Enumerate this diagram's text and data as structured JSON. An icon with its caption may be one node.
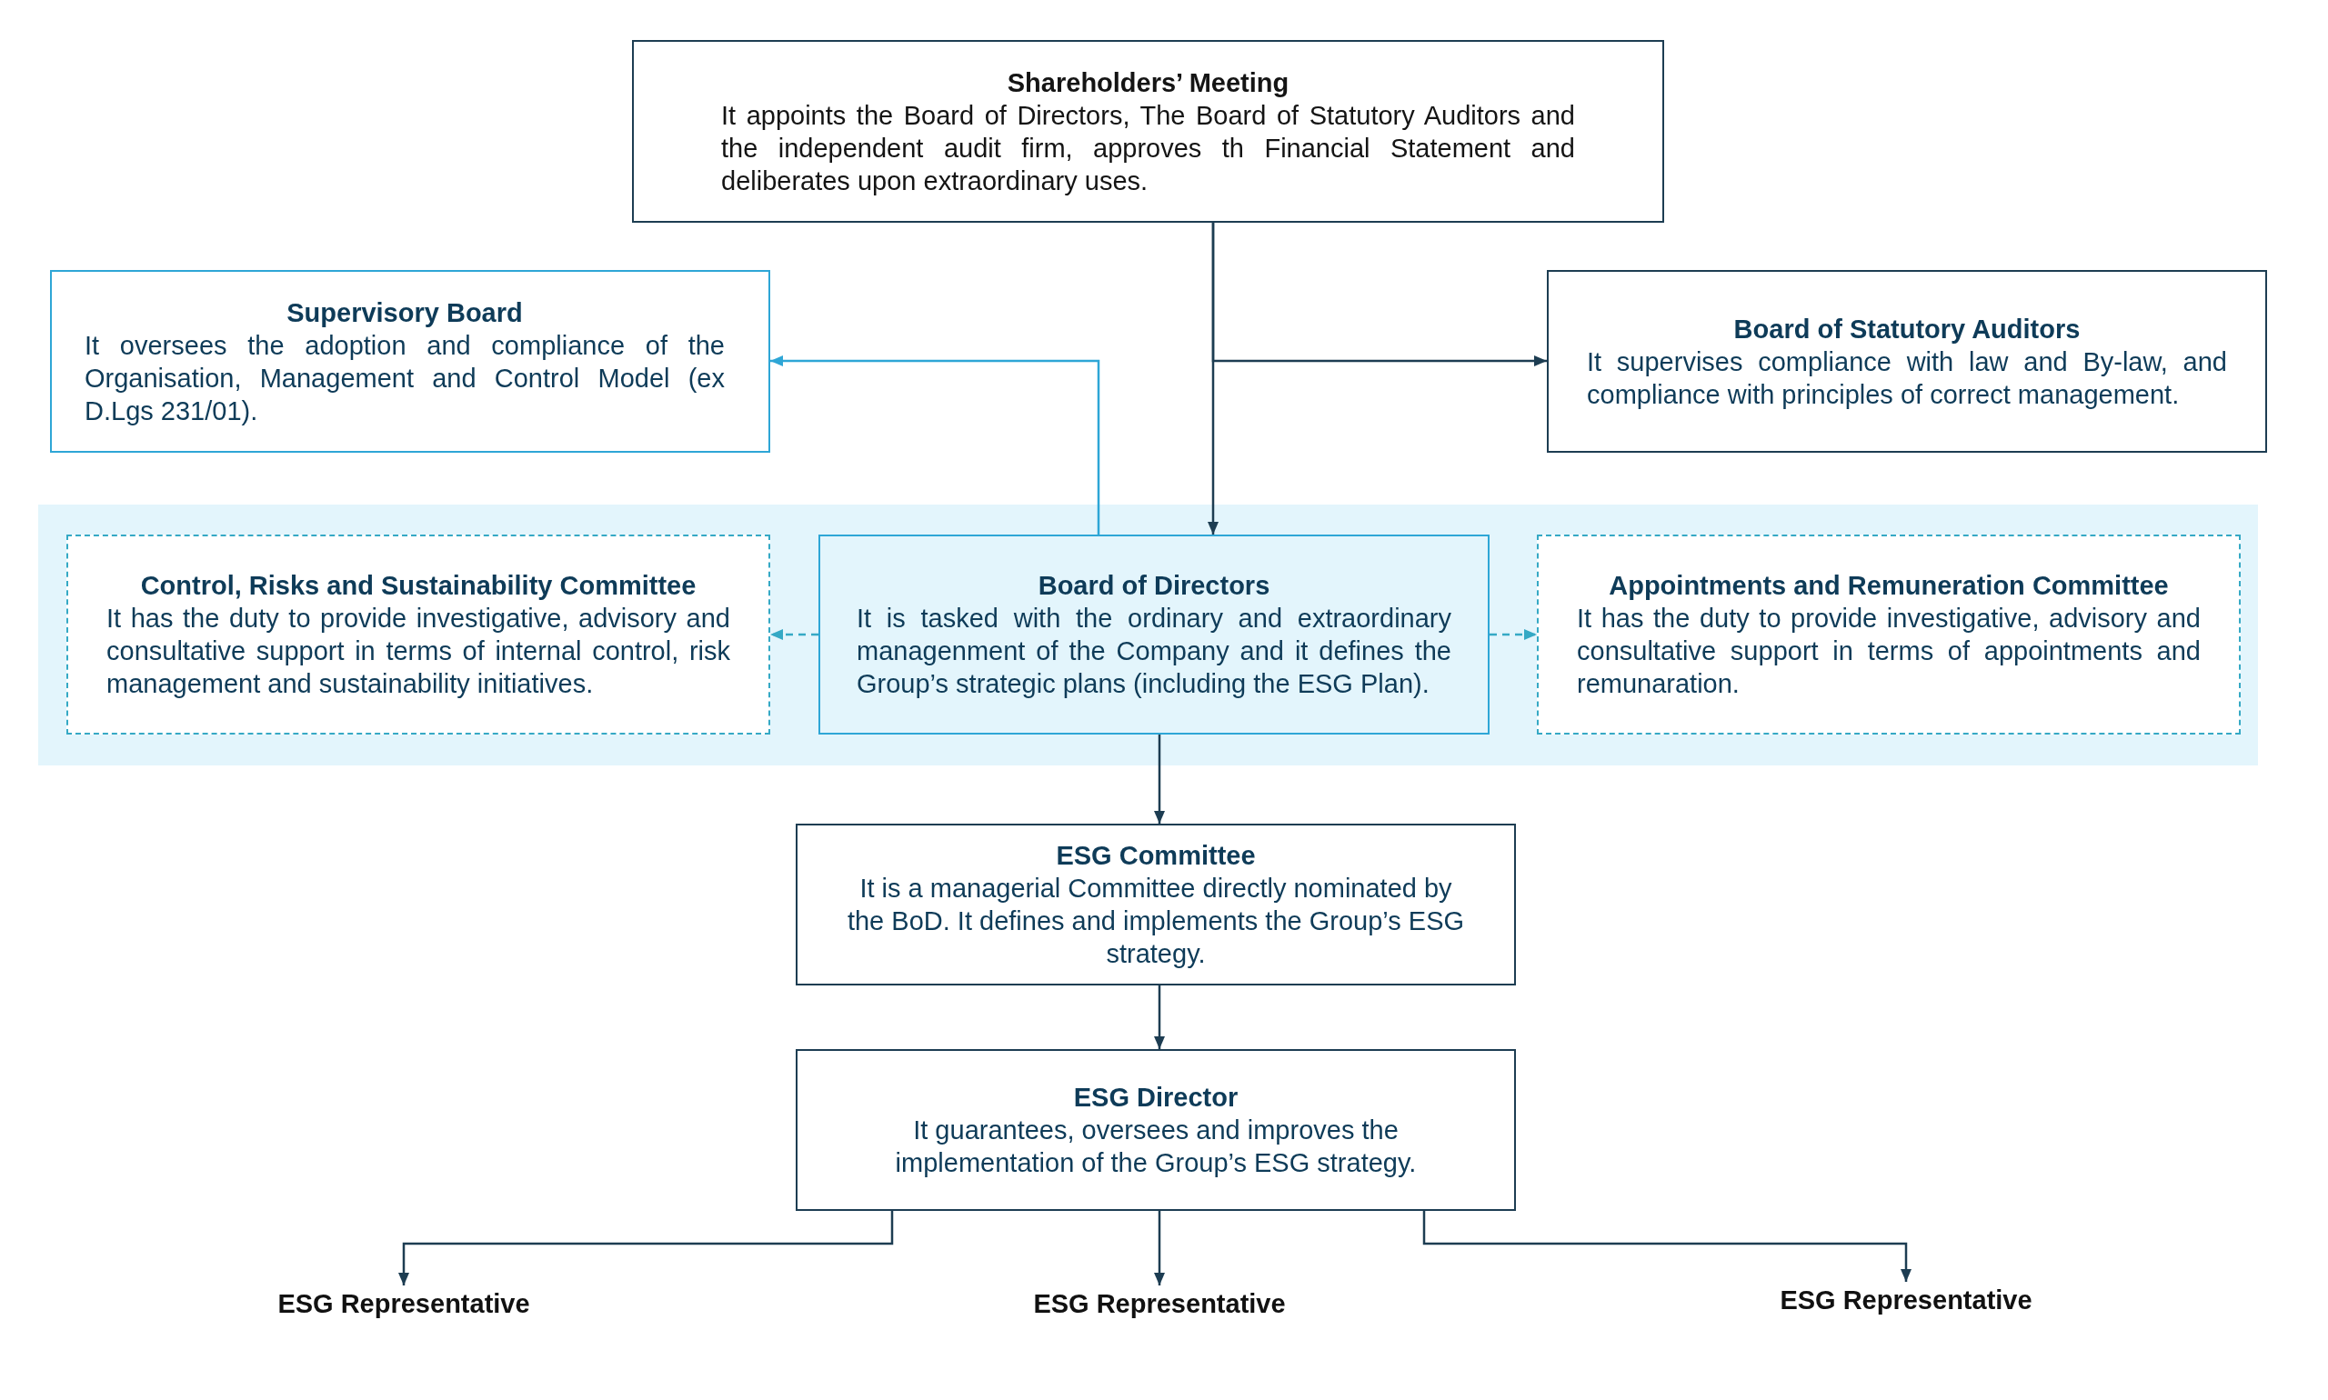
{
  "diagram": {
    "nodes": [
      {
        "text": [
          "Shareholders’ Meeting",
          "It appoints the Board of Directors, The Board of Statutory Auditors and the independent audit firm, approves th Financial Statement and deliberates upon extraordinary uses."
        ]
      },
      {
        "text": [
          "Supervisory Board",
          "It oversees the adoption and compliance of the Organisation, Management and Control Model (ex D.Lgs 231/01)."
        ]
      },
      {
        "text": [
          "Board of Statutory Auditors",
          "It supervises compliance with law and By-law, and compliance with principles of correct management."
        ]
      },
      {
        "text": [],
        "shape": "box"
      },
      {
        "text": [
          "Control, Risks and Sustainability Committee",
          "It has the duty to provide investigative, advisory and consultative support in terms of internal control, risk management and sustainability initiatives."
        ],
        "in": 3
      },
      {
        "text": [
          "Board of Directors",
          "It is tasked with the ordinary and extraordinary managenment of the Company and it defines the Group’s strategic plans (including the ESG Plan)."
        ],
        "in": 3
      },
      {
        "text": [
          "Appointments and Remuneration Committee",
          "It has the duty to provide investigative, advisory and consultative support in terms of appointments and remunaration."
        ],
        "in": 3
      },
      {
        "text": [
          "ESG Committee",
          "It is a managerial Committee directly nominated by the BoD. It defines and implements the Group’s ESG strategy."
        ]
      },
      {
        "text": [
          "ESG Director",
          "It guarantees, oversees and improves the implementation of the Group’s ESG strategy."
        ]
      },
      {
        "text": [
          "ESG Representative"
        ]
      },
      {
        "text": [
          "ESG Representative"
        ]
      },
      {
        "text": [
          "ESG Representative"
        ]
      }
    ],
    "edges": [
      {
        "from": 0,
        "to": 5,
        "arrow": "to"
      },
      {
        "from": 0,
        "to": 2,
        "arrow": "to"
      },
      {
        "from": 5,
        "to": 1,
        "arrow": "to",
        "color": "#2ea6d6"
      },
      {
        "from": 5,
        "to": 4,
        "arrow": "to",
        "style": "dashed",
        "color": "#35a9c5"
      },
      {
        "from": 5,
        "to": 6,
        "arrow": "to",
        "style": "dashed",
        "color": "#35a9c5"
      },
      {
        "from": 5,
        "to": 7,
        "arrow": "to"
      },
      {
        "from": 7,
        "to": 8,
        "arrow": "to"
      },
      {
        "from": 8,
        "to": 9,
        "arrow": "to"
      },
      {
        "from": 8,
        "to": 10,
        "arrow": "to"
      },
      {
        "from": 8,
        "to": 11,
        "arrow": "to"
      }
    ]
  }
}
